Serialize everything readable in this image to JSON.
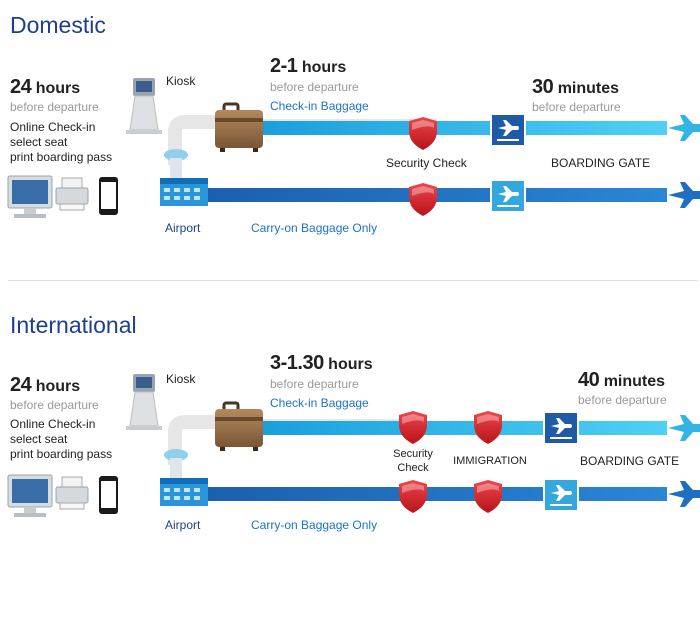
{
  "domestic": {
    "title": "Domestic",
    "start": {
      "num": "24",
      "unit": "hours",
      "sub": "before departure"
    },
    "online_checkin": [
      "Online Check-in",
      "select seat",
      "print boarding pass"
    ],
    "kiosk": "Kiosk",
    "airport": "Airport",
    "checkin_time": {
      "num": "2-1",
      "unit": "hours",
      "sub": "before departure"
    },
    "checkin_baggage": "Check-in Baggage",
    "carryon_baggage": "Carry-on Baggage Only",
    "security": "Security Check",
    "gate_time": {
      "num": "30",
      "unit": "minutes",
      "sub": "before departure"
    },
    "boarding_gate": "BOARDING GATE"
  },
  "international": {
    "title": "International",
    "start": {
      "num": "24",
      "unit": "hours",
      "sub": "before departure"
    },
    "online_checkin": [
      "Online Check-in",
      "select seat",
      "print boarding pass"
    ],
    "kiosk": "Kiosk",
    "airport": "Airport",
    "checkin_time": {
      "num": "3-1.30",
      "unit": "hours",
      "sub": "before departure"
    },
    "checkin_baggage": "Check-in Baggage",
    "carryon_baggage": "Carry-on Baggage Only",
    "security": [
      "Security",
      "Check"
    ],
    "immigration": "IMMIGRATION",
    "gate_time": {
      "num": "40",
      "unit": "minutes",
      "sub": "before departure"
    },
    "boarding_gate": "BOARDING GATE"
  },
  "colors": {
    "title": "#1d3f8f",
    "light_lane": "#33b4e6",
    "dark_lane": "#1e6fc0",
    "grey_track": "#e6e6e6",
    "shield": "#d7262a",
    "gate_dark": "#1e5aa6",
    "gate_light": "#35a7df"
  },
  "icons": [
    "kiosk-icon",
    "airport-tower-icon",
    "suitcase-icon",
    "shield-icon",
    "gate-plane-icon",
    "airplane-icon",
    "computer-icon",
    "printer-icon",
    "phone-icon"
  ]
}
